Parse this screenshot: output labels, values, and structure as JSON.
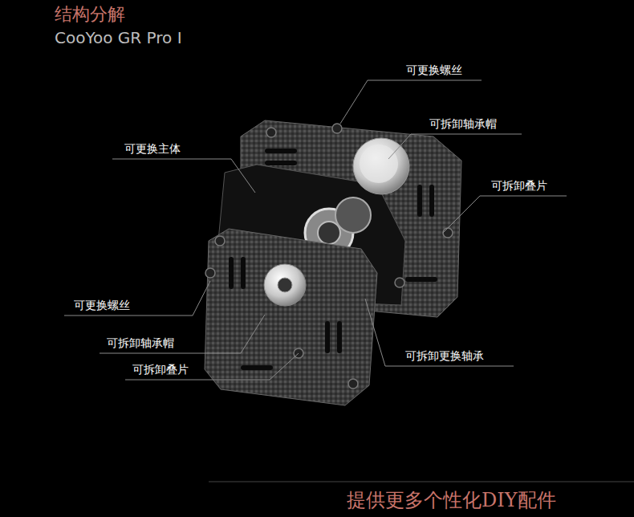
{
  "diagram": {
    "title": "结构分解",
    "labels": [
      "CooYoo GR Pro I",
      "可更换螺丝",
      "可拆卸轴承帽",
      "可更换主体",
      "可拆卸叠片",
      "可更换螺丝",
      "可拆卸轴承帽",
      "可拆卸更换轴承",
      "可拆卸叠片",
      "提供更多个性化DIY配件"
    ]
  }
}
